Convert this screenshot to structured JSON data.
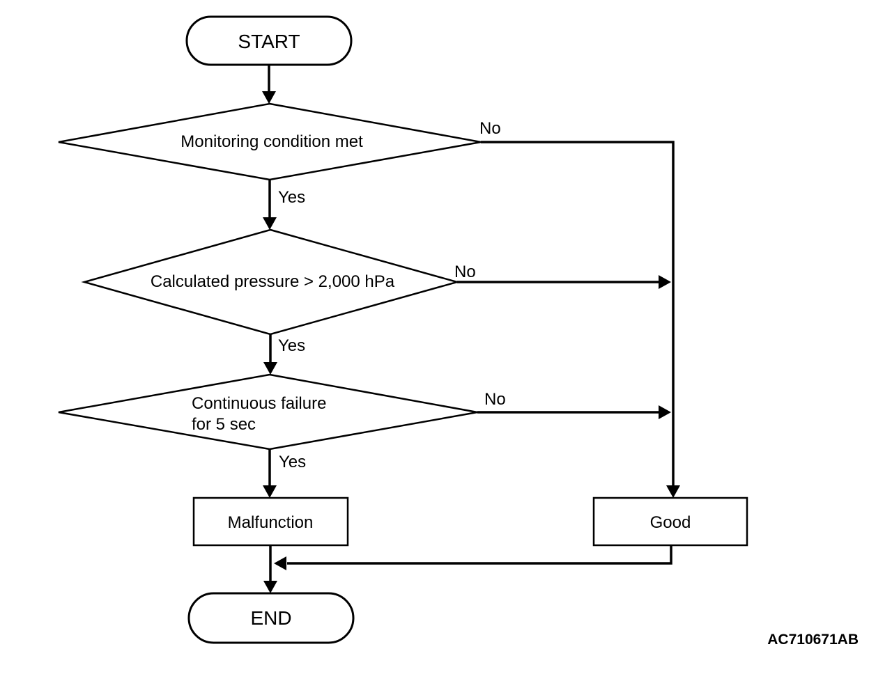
{
  "figure_code": "AC710671AB",
  "colors": {
    "line": "#000000",
    "background": "#ffffff",
    "text": "#000000"
  },
  "nodes": {
    "start": {
      "type": "terminator",
      "label": "START"
    },
    "monitoring": {
      "type": "decision",
      "label": "Monitoring condition met"
    },
    "pressure": {
      "type": "decision",
      "label": "Calculated pressure > 2,000 hPa"
    },
    "continuous": {
      "type": "decision",
      "line1": "Continuous failure",
      "line2": "for 5 sec"
    },
    "malfunction": {
      "type": "process",
      "label": "Malfunction"
    },
    "good": {
      "type": "process",
      "label": "Good"
    },
    "end": {
      "type": "terminator",
      "label": "END"
    }
  },
  "edges": {
    "monitoring_no": {
      "label": "No"
    },
    "monitoring_yes": {
      "label": "Yes"
    },
    "pressure_no": {
      "label": "No"
    },
    "pressure_yes": {
      "label": "Yes"
    },
    "continuous_no": {
      "label": "No"
    },
    "continuous_yes": {
      "label": "Yes"
    }
  }
}
